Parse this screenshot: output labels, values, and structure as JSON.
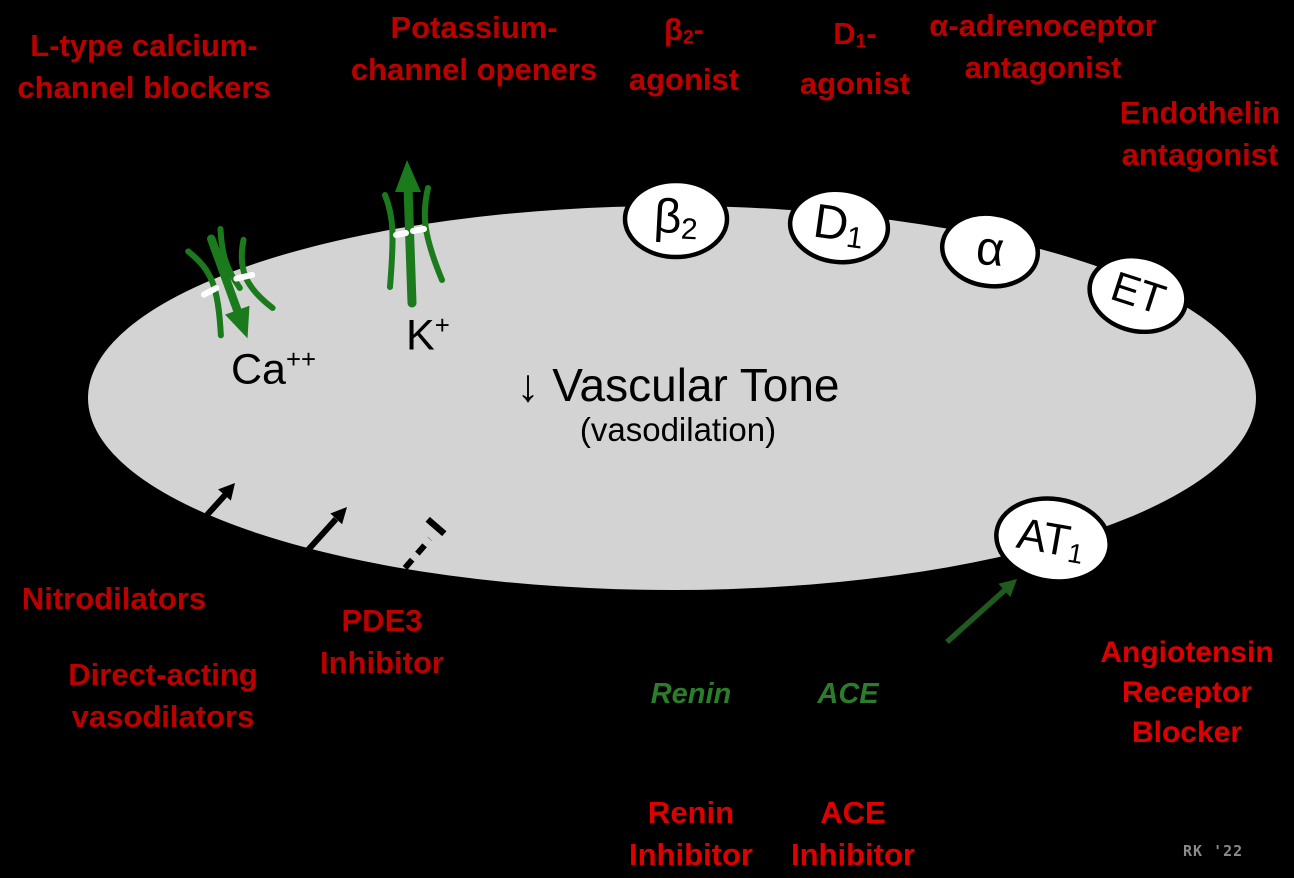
{
  "colors": {
    "background": "#000000",
    "cell_fill": "#D3D3D3",
    "receptor_fill": "#FFFFFF",
    "receptor_outline": "#000000",
    "drug_label_red": "#BB0000",
    "ras_label_red": "#DD0000",
    "channel_green": "#1B7A1B",
    "signal_green": "#1F5B1F",
    "enzyme_green": "#2B7D2B",
    "signature_gray": "#8A8A8A"
  },
  "cell": {
    "tone_heading": "↓ Vascular Tone",
    "tone_subheading": "(vasodilation)"
  },
  "ions": {
    "calcium": {
      "symbol": "Ca",
      "charge": "++"
    },
    "potassium": {
      "symbol": "K",
      "charge": "+"
    }
  },
  "receptors": {
    "beta2": {
      "base": "β",
      "sub": "2"
    },
    "d1": {
      "base": "D",
      "sub": "1"
    },
    "alpha": {
      "base": "α",
      "sub": ""
    },
    "et": {
      "base": "ET",
      "sub": ""
    },
    "at1": {
      "base": "AT",
      "sub": "1"
    }
  },
  "drug_labels": {
    "calcium_channel_blockers": {
      "line1": "L-type calcium-",
      "line2": "channel blockers"
    },
    "potassium_channel_openers": {
      "line1": "Potassium-",
      "line2": "channel openers"
    },
    "beta2_agonist": {
      "base": "β",
      "sub": "2",
      "dash": "-",
      "line2": "agonist"
    },
    "d1_agonist": {
      "base": "D",
      "sub": "1",
      "dash": "-",
      "line2": "agonist"
    },
    "alpha_adrenoceptor_antagonist": {
      "line1": "α-adrenoceptor",
      "line2": "antagonist"
    },
    "endothelin_antagonist": {
      "line1": "Endothelin",
      "line2": "antagonist"
    },
    "nitrodilators": {
      "line1": "Nitrodilators"
    },
    "pde3_inhibitor": {
      "line1": "PDE3",
      "line2": "Inhibitor"
    },
    "direct_acting_vasodilators": {
      "line1": "Direct-acting",
      "line2": "vasodilators"
    },
    "angiotensin_receptor_blocker": {
      "line1": "Angiotensin",
      "line2": "Receptor",
      "line3": "Blocker"
    },
    "renin_inhibitor": {
      "line1": "Renin",
      "line2": "Inhibitor"
    },
    "ace_inhibitor": {
      "line1": "ACE",
      "line2": "Inhibitor"
    }
  },
  "enzymes": {
    "renin": "Renin",
    "ace": "ACE"
  },
  "signature": "RK '22"
}
